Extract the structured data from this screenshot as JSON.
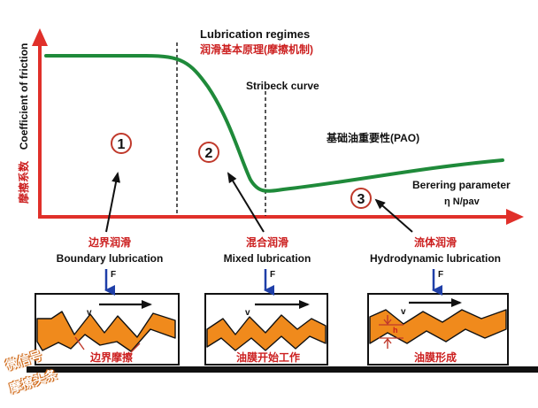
{
  "title": "Lubrication regimes",
  "subtitle_cn": "润滑基本原理(摩擦机制)",
  "y_axis": {
    "label_cn": "摩擦系数",
    "label_en": "Coefficient of friction"
  },
  "curve_label": "Stribeck curve",
  "pao_label": "基础油重要性(PAO)",
  "x_axis": {
    "label": "Berering parameter",
    "formula": "η N/pav"
  },
  "regimes": [
    {
      "number": "1",
      "name_cn": "边界润滑",
      "name_en": "Boundary lubrication",
      "force": "F",
      "velocity": "v",
      "caption_cn": "边界摩擦"
    },
    {
      "number": "2",
      "name_cn": "混合润滑",
      "name_en": "Mixed lubrication",
      "force": "F",
      "velocity": "v",
      "caption_cn": "油膜开始工作"
    },
    {
      "number": "3",
      "name_cn": "流体润滑",
      "name_en": "Hydrodynamic lubrication",
      "force": "F",
      "velocity": "v",
      "caption_cn": "油膜形成",
      "gap": "h"
    }
  ],
  "watermark": [
    "微信号",
    "摩擦头条"
  ],
  "colors": {
    "axis": "#e0302a",
    "curve": "#1f8a3a",
    "orange": "#f08a1c",
    "force_arrow": "#1f3fa8",
    "number_ring": "#c0392b",
    "text_red": "#cc1f1f"
  }
}
